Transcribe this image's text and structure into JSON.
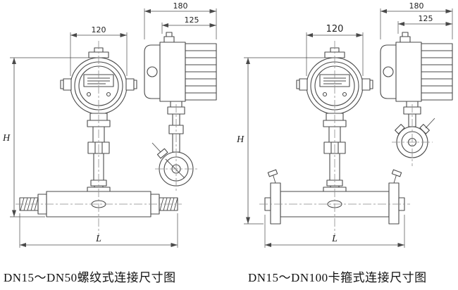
{
  "page": {
    "background": "#ffffff",
    "line_color": "#4a4a4a",
    "text_color": "#111111"
  },
  "left_diagram": {
    "caption": "DN15～DN50螺纹式连接尺寸图",
    "dim_width_head": "120",
    "dim_width_side": "180",
    "dim_width_side_inner": "125",
    "dim_height": "H",
    "dim_length": "L"
  },
  "right_diagram": {
    "caption": "DN15～DN100卡箍式连接尺寸图",
    "dim_width_head": "120",
    "dim_width_side": "180",
    "dim_width_side_inner": "125",
    "dim_height": "H",
    "dim_length": "L"
  }
}
